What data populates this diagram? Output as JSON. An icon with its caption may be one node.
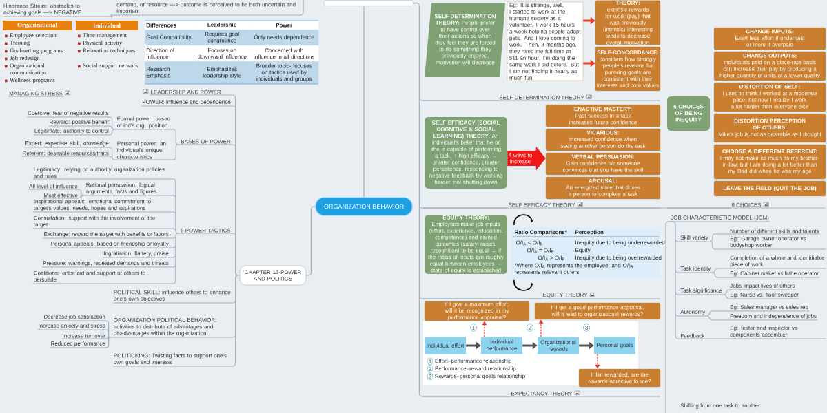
{
  "diagram": {
    "nodes": [
      {
        "text": [
          "ORGANIZATION BEHAVIOR"
        ]
      },
      {
        "text": [],
        "shape": "box"
      },
      {
        "text": [
          "demand, or resource ---> outcome is perceived to be both uncertain and important"
        ]
      },
      {
        "text": [
          "Hindrance Stress: obstacles to achieving goals ---> NEGATIVE"
        ]
      },
      {
        "text": [
          "Organizational"
        ]
      },
      {
        "text": [
          "Individual"
        ]
      },
      {
        "text": [
          "CHAPTER 13-POWER AND POLITICS"
        ]
      },
      {
        "text": [
          "POWER: influence and dependence"
        ]
      },
      {
        "text": [
          "LEADERSHIP AND POWER"
        ]
      },
      {
        "text": [
          "BASES OF POWER"
        ]
      },
      {
        "text": [
          "Formal power: based of ind's org. position"
        ]
      },
      {
        "text": [
          "Coercive: fear of negative results"
        ]
      },
      {
        "text": [
          "Reward: positive benefit"
        ]
      },
      {
        "text": [
          "Legitimate: authority to control"
        ]
      },
      {
        "text": [
          "Personal power: an individual's unique characteristics"
        ]
      },
      {
        "text": [
          "Expert: expertise, skill, knowledge"
        ]
      },
      {
        "text": [
          "Referent: desirable resources/traits"
        ]
      },
      {
        "text": [
          "9 POWER TACTICS"
        ]
      },
      {
        "text": [
          "Legitimacy: relying on authority, organization policies and rules"
        ]
      },
      {
        "text": [
          "Rational persuasion: logical arguments, facts and figures"
        ]
      },
      {
        "text": [
          "All level of influence"
        ]
      },
      {
        "text": [
          "Most effective"
        ]
      },
      {
        "text": [
          "Inspirational appeals: emotional commitment to target's values, needs, hopes and aspirations"
        ]
      },
      {
        "text": [
          "Consultation: support with the involvement of the target"
        ]
      },
      {
        "text": [
          "Exchange: reward the target with benefits or favors"
        ]
      },
      {
        "text": [
          "Personal appeals: based on friendship or loyalty"
        ]
      },
      {
        "text": [
          "Ingratiation: flattery, praise"
        ]
      },
      {
        "text": [
          "Pressure: warnings, repeated demands and threats"
        ]
      },
      {
        "text": [
          "Coalitions: enlist aid and support of others to persuade"
        ]
      },
      {
        "text": [
          "POLITICAL SKILL: influence others to enhance one's own objectives"
        ]
      },
      {
        "text": [
          "ORGANIZATION POLITICAL BEHAVIOR: activities to distribute of advantages and disadvantages within the organization"
        ]
      },
      {
        "text": [
          "Decrease job satisfaction"
        ]
      },
      {
        "text": [
          "Increase anxiety and stress"
        ]
      },
      {
        "text": [
          "Increase turnover"
        ]
      },
      {
        "text": [
          "Reduced performance"
        ]
      },
      {
        "text": [
          "POLITICKING: Twisting facts to support one's own goals and interests"
        ]
      },
      {
        "text": [
          "**SELF-DETERMINATION THEORY:** People prefer to have control over their actions so when they feel they are forced to do something they previously enjoyed, motivation will decrease"
        ]
      },
      {
        "text": [
          "Eg: It is strange, well, I started to work at the humane society as a volunteer. I work 15 hours a week helping people adopt pets. And I love coming to work. Then, 3 months ago, they hired me full-time at $11 an hour. I'm doing the same work I did before. But I am not finding it nearly as much fun."
        ]
      },
      {
        "text": [
          "THEORY:",
          "extrinsic rewards for work (pay) that was previously (intrinsic) interesting tends to decrease overall motivation"
        ]
      },
      {
        "text": [
          "SELF-CONCORDANCE:",
          "considers how strongly people's reasons for pursuing goals are consistent with their interests and core values"
        ]
      },
      {
        "text": [
          "SELF DETERMINATION THEORY"
        ]
      },
      {
        "text": [
          "**SELF-EFFICACY (SOCIAL COGNITIVE & SOCIAL LEARNING) THEORY:** An individual's belief that he or she is capable of performing a task. ↑ high efficacy → greater confidence, greater persistence, responding to negative feedback by working harder, not shutting down"
        ]
      },
      {
        "text": [
          "ENACTIVE MASTERY:",
          "Past success in a task increases future confidence"
        ]
      },
      {
        "text": [
          "VICARIOUS:",
          "Increased confidence when seeing another person do the task"
        ]
      },
      {
        "text": [
          "VERBAL PERSUASION:",
          "Gain confidence b/c someone convinces that you have the skill"
        ]
      },
      {
        "text": [
          "AROUSAL:",
          "An energized state that drives a person to complete a task"
        ]
      },
      {
        "text": [
          "SELF EFFICACY THEORY"
        ]
      },
      {
        "text": [
          "6 CHOICES OF BEING INEQUITY"
        ]
      },
      {
        "text": [
          "CHANGE INPUTS:",
          "Exert less effort if underpaid or more if overpaid"
        ]
      },
      {
        "text": [
          "CHANGE OUTPUTS:",
          "Individuals paid on a piece-rate basis can increase their pay by producing a higher quantity of units of a lower quality"
        ]
      },
      {
        "text": [
          "DISTORTION OF SELF:",
          "I used to think I worked at a moderate pace, but now I realize I work a lot harder than everyone else"
        ]
      },
      {
        "text": [
          "DISTORTION PERCEPTION OF OTHERS:",
          "Mike's job is not as desirable as I thought"
        ]
      },
      {
        "text": [
          "CHOOSE A DIFFERENT REFERENT:",
          "I may not make as much as my brother-in-law, but I am doing a lot better than my Dad did when he was my age"
        ]
      },
      {
        "text": [
          "LEAVE THE FIELD (QUIT THE JOB)"
        ]
      },
      {
        "text": [
          "6 CHOICES"
        ]
      },
      {
        "text": [
          "EQUITY THEORY:",
          "Employees make job inputs (effort, experience, education, competence) and earned outcomes (salary, raises, recognition) to be equal → if the ratios of inputs are roughly equal between employees → state of equity is established"
        ]
      },
      {
        "text": [
          "EQUITY THEORY"
        ]
      },
      {
        "text": [
          "If I give a maximum effort, will it be recognized in my performance appraisal?"
        ]
      },
      {
        "text": [
          "If I get a good performance appraisal, will it lead to organizational rewards?"
        ]
      },
      {
        "text": [
          "Individual effort"
        ]
      },
      {
        "text": [
          "Individual performance"
        ]
      },
      {
        "text": [
          "Organizational rewards"
        ]
      },
      {
        "text": [
          "Personal goals"
        ]
      },
      {
        "text": [
          "1"
        ]
      },
      {
        "text": [
          "2"
        ]
      },
      {
        "text": [
          "3"
        ]
      },
      {
        "text": [
          "1"
        ],
        "beside": [
          "Effort–performance relationship"
        ]
      },
      {
        "text": [
          "2"
        ],
        "beside": [
          "Performance–reward relationship"
        ]
      },
      {
        "text": [
          "3"
        ],
        "beside": [
          "Rewards–personal goals relationship"
        ]
      },
      {
        "text": [
          "If I'm rewarded, are the rewards attractive to me?"
        ]
      },
      {
        "text": [
          "EXPECTANCY THEORY"
        ]
      },
      {
        "text": [
          "JOB CHARACTERISTIC MODEL (JCM)"
        ]
      },
      {
        "text": [
          "Skill variety"
        ]
      },
      {
        "text": [
          "Number of different skills and talents"
        ]
      },
      {
        "text": [
          "Eg: Garage owner operator vs bodyshop worker"
        ]
      },
      {
        "text": [
          "Task identity"
        ]
      },
      {
        "text": [
          "Completion of a whole and identifiable piece of work"
        ]
      },
      {
        "text": [
          "Eg: Cabinet maker vs lathe operator"
        ]
      },
      {
        "text": [
          "Task significance"
        ]
      },
      {
        "text": [
          "Jobs impact lives of others"
        ]
      },
      {
        "text": [
          "Eg: Nurse vs. floor sweeper"
        ]
      },
      {
        "text": [
          "Autonomy"
        ]
      },
      {
        "text": [
          "Eg: Sales manager vs sales rep"
        ]
      },
      {
        "text": [
          "Freedom and independence of jobs"
        ]
      },
      {
        "text": [
          "Feedback"
        ]
      },
      {
        "text": [
          "Eg: tester and inspector vs components assembler"
        ]
      }
    ],
    "edges": [
      {
        "from": 0,
        "to": 6,
        "arrow": "none"
      },
      {
        "from": 0,
        "to": 1,
        "arrow": "none"
      },
      {
        "from": null,
        "to": 2,
        "arrow": "none"
      },
      {
        "from": 2,
        "to": 3,
        "arrow": "none"
      },
      {
        "from": 6,
        "to": 7,
        "arrow": "none"
      },
      {
        "from": 6,
        "to": 8,
        "arrow": "none"
      },
      {
        "from": 6,
        "to": 9,
        "arrow": "none"
      },
      {
        "from": 9,
        "to": 10,
        "arrow": "none"
      },
      {
        "from": 10,
        "to": 11,
        "arrow": "none"
      },
      {
        "from": 10,
        "to": 12,
        "arrow": "none"
      },
      {
        "from": 10,
        "to": 13,
        "arrow": "none"
      },
      {
        "from": 9,
        "to": 14,
        "arrow": "none"
      },
      {
        "from": 14,
        "to": 15,
        "arrow": "none"
      },
      {
        "from": 14,
        "to": 16,
        "arrow": "none"
      },
      {
        "from": 6,
        "to": 17,
        "arrow": "none"
      },
      {
        "from": 17,
        "to": 18,
        "arrow": "none"
      },
      {
        "from": 17,
        "to": 19,
        "arrow": "none"
      },
      {
        "from": 19,
        "to": 20,
        "arrow": "none"
      },
      {
        "from": 19,
        "to": 21,
        "arrow": "none"
      },
      {
        "from": 17,
        "to": 22,
        "arrow": "none"
      },
      {
        "from": 17,
        "to": 23,
        "arrow": "none"
      },
      {
        "from": 17,
        "to": 24,
        "arrow": "none"
      },
      {
        "from": 17,
        "to": 25,
        "arrow": "none"
      },
      {
        "from": 17,
        "to": 26,
        "arrow": "none"
      },
      {
        "from": 17,
        "to": 27,
        "arrow": "none"
      },
      {
        "from": 17,
        "to": 28,
        "arrow": "none"
      },
      {
        "from": 6,
        "to": 29,
        "arrow": "none"
      },
      {
        "from": 6,
        "to": 30,
        "arrow": "none"
      },
      {
        "from": 30,
        "to": 31,
        "arrow": "none"
      },
      {
        "from": 30,
        "to": 32,
        "arrow": "none"
      },
      {
        "from": 30,
        "to": 33,
        "arrow": "none"
      },
      {
        "from": 30,
        "to": 34,
        "arrow": "none"
      },
      {
        "from": 6,
        "to": 35,
        "arrow": "none"
      },
      {
        "from": 37,
        "to": 38,
        "arrow": "to",
        "style": "thick",
        "color": "#e8412c"
      },
      {
        "from": 37,
        "to": 39,
        "arrow": "to",
        "style": "thick",
        "color": "#e8412c"
      },
      {
        "from": 1,
        "to": 40,
        "arrow": "none"
      },
      {
        "from": 1,
        "to": 46,
        "arrow": "none"
      },
      {
        "from": 46,
        "to": 54,
        "arrow": "none"
      },
      {
        "from": 1,
        "to": 56,
        "arrow": "none"
      },
      {
        "from": 1,
        "to": 70,
        "arrow": "none"
      },
      {
        "from": 59,
        "to": 60,
        "arrow": "to",
        "style": "thick",
        "color": "#555555"
      },
      {
        "from": 60,
        "to": 61,
        "arrow": "to",
        "style": "thick",
        "color": "#555555"
      },
      {
        "from": 61,
        "to": 62,
        "arrow": "to",
        "style": "thick",
        "color": "#555555"
      },
      {
        "from": 60,
        "to": 57,
        "arrow": "to",
        "style": "dashed",
        "color": "#e53935"
      },
      {
        "from": 61,
        "to": 58,
        "arrow": "to",
        "style": "dashed",
        "color": "#e53935"
      },
      {
        "from": 62,
        "to": 69,
        "arrow": "to",
        "style": "dashed",
        "color": "#e53935"
      },
      {
        "from": null,
        "to": 71,
        "arrow": "none"
      },
      {
        "from": 71,
        "to": 72,
        "arrow": "none"
      },
      {
        "from": 72,
        "to": 73,
        "arrow": "none"
      },
      {
        "from": 72,
        "to": 74,
        "arrow": "none"
      },
      {
        "from": 71,
        "to": 75,
        "arrow": "none"
      },
      {
        "from": 75,
        "to": 76,
        "arrow": "none"
      },
      {
        "from": 75,
        "to": 77,
        "arrow": "none"
      },
      {
        "from": 71,
        "to": 78,
        "arrow": "none"
      },
      {
        "from": 78,
        "to": 79,
        "arrow": "none"
      },
      {
        "from": 78,
        "to": 80,
        "arrow": "none"
      },
      {
        "from": 71,
        "to": 81,
        "arrow": "none"
      },
      {
        "from": 81,
        "to": 82,
        "arrow": "none"
      },
      {
        "from": 81,
        "to": 83,
        "arrow": "none"
      },
      {
        "from": 71,
        "to": 84,
        "arrow": "none"
      },
      {
        "from": 84,
        "to": 85,
        "arrow": "none"
      },
      {
        "from": 41,
        "to": 44,
        "arrow": "to",
        "label": "4 ways to increase",
        "style": "thick",
        "color": "#f01818"
      }
    ],
    "labels": [
      "Employee selection",
      "Training",
      "Goal-setting programs",
      "Job redesign",
      "Organizational communication",
      "Wellness programs",
      "Time management",
      "Physical activity",
      "Relaxation techniques",
      "Social support network",
      "MANAGING STRESS",
      "Differences",
      "Leadership",
      "Power",
      "Goal Compatibility",
      "Requires goal congruence",
      "Only needs dependence",
      "Direction of Influence",
      "Focuses on downward influence",
      "Concerned with influence in all directions",
      "Research Emphasis",
      "Emphasizes leadership style",
      "Broader topic- focuses on tactics used by individuals and groups",
      "Ratio Comparisons*",
      "Perception",
      "O/I$_{A}$ < O/I$_{B}$",
      "Inequity due to being underrewarded",
      "O/I$_{A}$ = O/I$_{B}$",
      "Equity",
      "O/I$_{A}$ > O/I$_{B}$",
      "Inequity due to being overrewarded",
      "*Where O/I$_{A}$ represents the employee; and O/I$_{B}$ represents relevant others",
      "Shifting from one task to another"
    ]
  }
}
